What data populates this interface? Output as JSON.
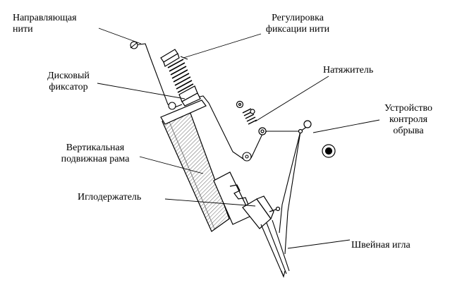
{
  "labels": {
    "thread_guide": [
      "Направляющая",
      "нити"
    ],
    "tension_adjust": [
      "Регулировка",
      "фиксации нити"
    ],
    "disk_clamp": [
      "Дисковый",
      "фиксатор"
    ],
    "tensioner": [
      "Натяжитель"
    ],
    "break_control": [
      "Устройство",
      "контроля",
      "обрыва"
    ],
    "vertical_frame": [
      "Вертикальная",
      "подвижная рама"
    ],
    "needle_holder": [
      "Иглодержатель"
    ],
    "sewing_needle": [
      "Швейная игла"
    ]
  }
}
